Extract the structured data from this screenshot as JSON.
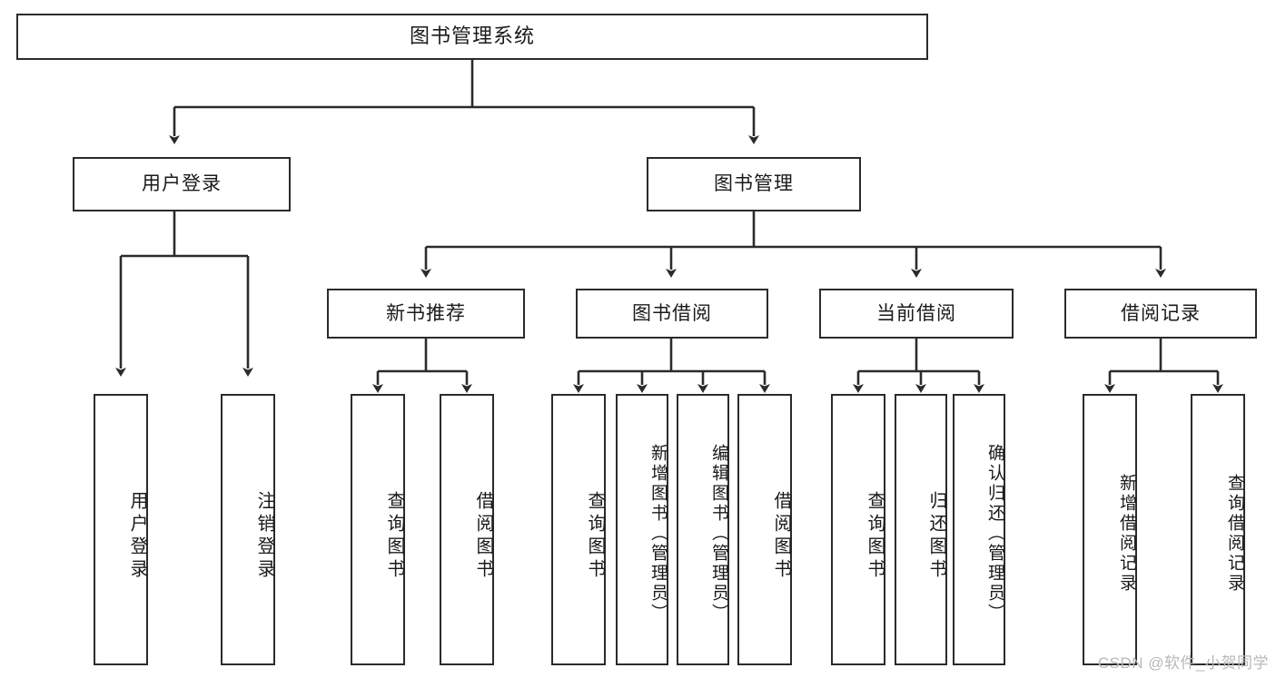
{
  "diagram": {
    "title": "图书管理系统",
    "type": "tree-hierarchy",
    "watermark": "CSDN @软件_小贺同学",
    "colors": {
      "stroke": "#2b2b2b",
      "fill": "#ffffff",
      "text": "#1a1a1a",
      "watermark": "#b8b8b8"
    },
    "root": {
      "label": "图书管理系统"
    },
    "level2": [
      {
        "id": "user-login",
        "label": "用户登录"
      },
      {
        "id": "book-manage",
        "label": "图书管理"
      }
    ],
    "level3": [
      {
        "id": "new-book-rec",
        "label": "新书推荐",
        "parent": "book-manage"
      },
      {
        "id": "book-borrow",
        "label": "图书借阅",
        "parent": "book-manage"
      },
      {
        "id": "current-borrow",
        "label": "当前借阅",
        "parent": "book-manage"
      },
      {
        "id": "borrow-record",
        "label": "借阅记录",
        "parent": "book-manage"
      }
    ],
    "leaves": [
      {
        "id": "leaf-user-login",
        "label": "用户登录",
        "parent": "user-login"
      },
      {
        "id": "leaf-logout",
        "label": "注销登录",
        "parent": "user-login"
      },
      {
        "id": "leaf-query-book-1",
        "label": "查询图书",
        "parent": "new-book-rec"
      },
      {
        "id": "leaf-borrow-book-1",
        "label": "借阅图书",
        "parent": "new-book-rec"
      },
      {
        "id": "leaf-query-book-2",
        "label": "查询图书",
        "parent": "book-borrow"
      },
      {
        "id": "leaf-add-book",
        "label": "新增图书（管理员）",
        "parent": "book-borrow"
      },
      {
        "id": "leaf-edit-book",
        "label": "编辑图书（管理员）",
        "parent": "book-borrow"
      },
      {
        "id": "leaf-borrow-book-2",
        "label": "借阅图书",
        "parent": "book-borrow"
      },
      {
        "id": "leaf-query-book-3",
        "label": "查询图书",
        "parent": "current-borrow"
      },
      {
        "id": "leaf-return-book",
        "label": "归还图书",
        "parent": "current-borrow"
      },
      {
        "id": "leaf-confirm-return",
        "label": "确认归还（管理员）",
        "parent": "current-borrow"
      },
      {
        "id": "leaf-add-record",
        "label": "新增借阅记录",
        "parent": "borrow-record"
      },
      {
        "id": "leaf-query-record",
        "label": "查询借阅记录",
        "parent": "borrow-record"
      }
    ]
  }
}
